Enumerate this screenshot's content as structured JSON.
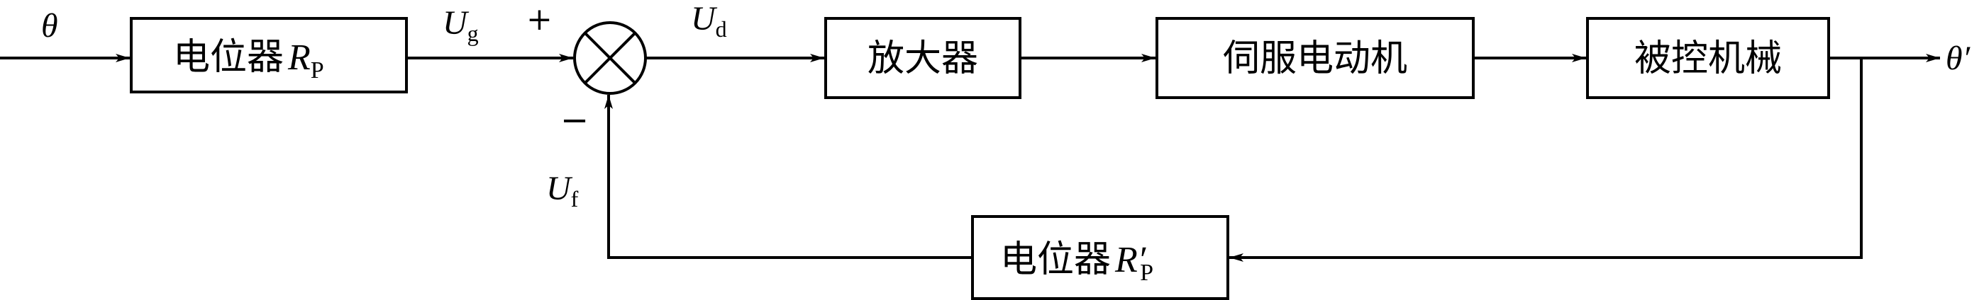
{
  "input_signal": "θ",
  "output_signal": "θ′",
  "blocks": {
    "potentiometer_in": {
      "label": "电位器",
      "var": "R",
      "sub": "P"
    },
    "amplifier": {
      "label": "放大器"
    },
    "servo_motor": {
      "label": "伺服电动机"
    },
    "plant": {
      "label": "被控机械"
    },
    "potentiometer_fb": {
      "label": "电位器",
      "var": "R′",
      "sub": "P"
    }
  },
  "signals": {
    "ug": {
      "var": "U",
      "sub": "g"
    },
    "ud": {
      "var": "U",
      "sub": "d"
    },
    "uf": {
      "var": "U",
      "sub": "f"
    }
  },
  "summing_junction": {
    "plus": "+",
    "minus": "−"
  }
}
